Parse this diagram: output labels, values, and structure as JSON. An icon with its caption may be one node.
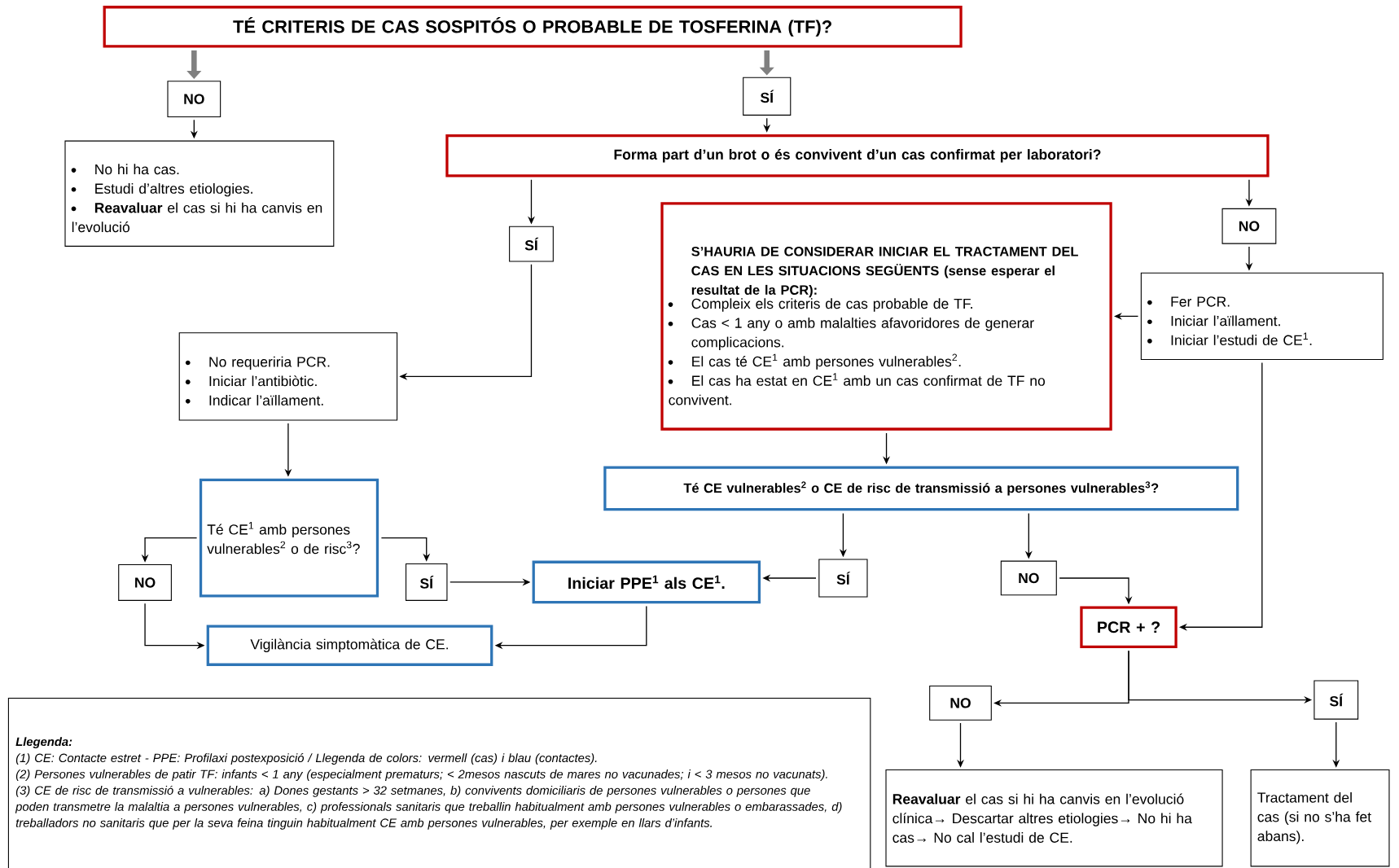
{
  "diagram": {
    "nodes": [
      {
        "text": [
          "TÉ CRITERIS DE CAS SOSPITÓS O PROBABLE DE TOSFERINA (TF)?"
        ]
      },
      {
        "text": [
          "NO"
        ]
      },
      {
        "text": [
          "SÍ"
        ]
      },
      {
        "text": [
          "No hi ha cas.",
          "Estudi d’altres etiologies.",
          "**Reavaluar** el cas si hi ha canvis en l’evolució"
        ]
      },
      {
        "text": [
          "Forma part d’un brot o és convivent d’un cas confirmat per laboratori?"
        ]
      },
      {
        "text": [
          "SÍ"
        ]
      },
      {
        "text": [
          "NO"
        ]
      },
      {
        "text": [
          "S’HAURIA DE CONSIDERAR INICIAR EL TRACTAMENT DEL CAS EN LES SITUACIONS SEGÜENTS (sense esperar el resultat de la PCR):",
          "Compleix els criteris de cas probable de TF.",
          "Cas < 1 any o amb malalties afavoridores de generar complicacions.",
          "El cas té CE$^{1}$ amb persones vulnerables$^{2}$.",
          "El cas ha estat en CE$^{1}$ amb un cas confirmat de TF no convivent."
        ]
      },
      {
        "text": [
          "No requeriria PCR.",
          "Iniciar l’antibiòtic.",
          "Indicar l’aïllament."
        ]
      },
      {
        "text": [
          "Fer PCR.",
          "Iniciar l’aïllament.",
          "Iniciar l’estudi de CE$^{1}$."
        ]
      },
      {
        "text": [
          "Té CE$^{1}$ amb persones vulnerables$^{2}$ o de risc$^{3}$?"
        ]
      },
      {
        "text": [
          "Té CE vulnerables$^{2}$ o CE de risc de transmissió a persones vulnerables$^{3}$?"
        ]
      },
      {
        "text": [
          "NO"
        ]
      },
      {
        "text": [
          "SÍ"
        ]
      },
      {
        "text": [
          "Iniciar PPE$^{1}$ als CE$^{1}$."
        ]
      },
      {
        "text": [
          "SÍ"
        ]
      },
      {
        "text": [
          "NO"
        ]
      },
      {
        "text": [
          "Vigilància simptomàtica de CE."
        ]
      },
      {
        "text": [
          "PCR + ?"
        ]
      },
      {
        "text": [
          "NO"
        ]
      },
      {
        "text": [
          "SÍ"
        ]
      },
      {
        "text": [
          "**Reavaluar** el cas si hi ha canvis en l’evolució clínica→ Descartar altres etiologies→ No hi ha cas→ No cal l’estudi de CE."
        ]
      },
      {
        "text": [
          "Tractament del cas (si no s’ha fet abans)."
        ]
      }
    ],
    "edges": [
      {
        "from": 0,
        "to": 1,
        "arrow": "to",
        "style": "thick",
        "color": "#808080"
      },
      {
        "from": 0,
        "to": 2,
        "arrow": "to",
        "style": "thick",
        "color": "#808080"
      },
      {
        "from": 1,
        "to": 3,
        "arrow": "to"
      },
      {
        "from": 2,
        "to": 4,
        "arrow": "to"
      },
      {
        "from": 4,
        "to": 5,
        "arrow": "to"
      },
      {
        "from": 4,
        "to": 6,
        "arrow": "to"
      },
      {
        "from": 5,
        "to": 8,
        "arrow": "to"
      },
      {
        "from": 6,
        "to": 9,
        "arrow": "to"
      },
      {
        "from": 9,
        "to": 7,
        "arrow": "to"
      },
      {
        "from": 8,
        "to": 10,
        "arrow": "to"
      },
      {
        "from": 7,
        "to": 11,
        "arrow": "to"
      },
      {
        "from": 10,
        "to": 12,
        "arrow": "to"
      },
      {
        "from": 10,
        "to": 13,
        "arrow": "to"
      },
      {
        "from": 13,
        "to": 14,
        "arrow": "to"
      },
      {
        "from": 15,
        "to": 14,
        "arrow": "to"
      },
      {
        "from": 11,
        "to": 15,
        "arrow": "to"
      },
      {
        "from": 11,
        "to": 16,
        "arrow": "to"
      },
      {
        "from": 12,
        "to": 17,
        "arrow": "to"
      },
      {
        "from": 14,
        "to": 17,
        "arrow": "to"
      },
      {
        "from": 16,
        "to": 18,
        "arrow": "to"
      },
      {
        "from": 9,
        "to": 18,
        "arrow": "to"
      },
      {
        "from": 18,
        "to": 19,
        "arrow": "to"
      },
      {
        "from": 18,
        "to": 20,
        "arrow": "to"
      },
      {
        "from": 19,
        "to": 21,
        "arrow": "to"
      },
      {
        "from": 20,
        "to": 22,
        "arrow": "to"
      }
    ],
    "labels": [
      "Llegenda:",
      "(1) CE: Contacte estret - PPE: Profilaxi postexposició / Llegenda de colors: vermell (cas) i blau (contactes).",
      "(2) Persones vulnerables de patir TF: infants < 1 any (especialment prematurs; < 2mesos nascuts de mares no vacunades; i < 3 mesos no vacunats).",
      "(3) CE de risc de transmissió a vulnerables: a) Dones gestants > 32 setmanes, b) convivents domiciliaris de persones vulnerables o persones que poden transmetre la malaltia a persones vulnerables, c) professionals sanitaris que treballin habitualment amb persones vulnerables o embarassades, d) treballadors no sanitaris que per la seva feina tinguin habitualment CE amb persones vulnerables, per exemple en llars d’infants."
    ]
  }
}
